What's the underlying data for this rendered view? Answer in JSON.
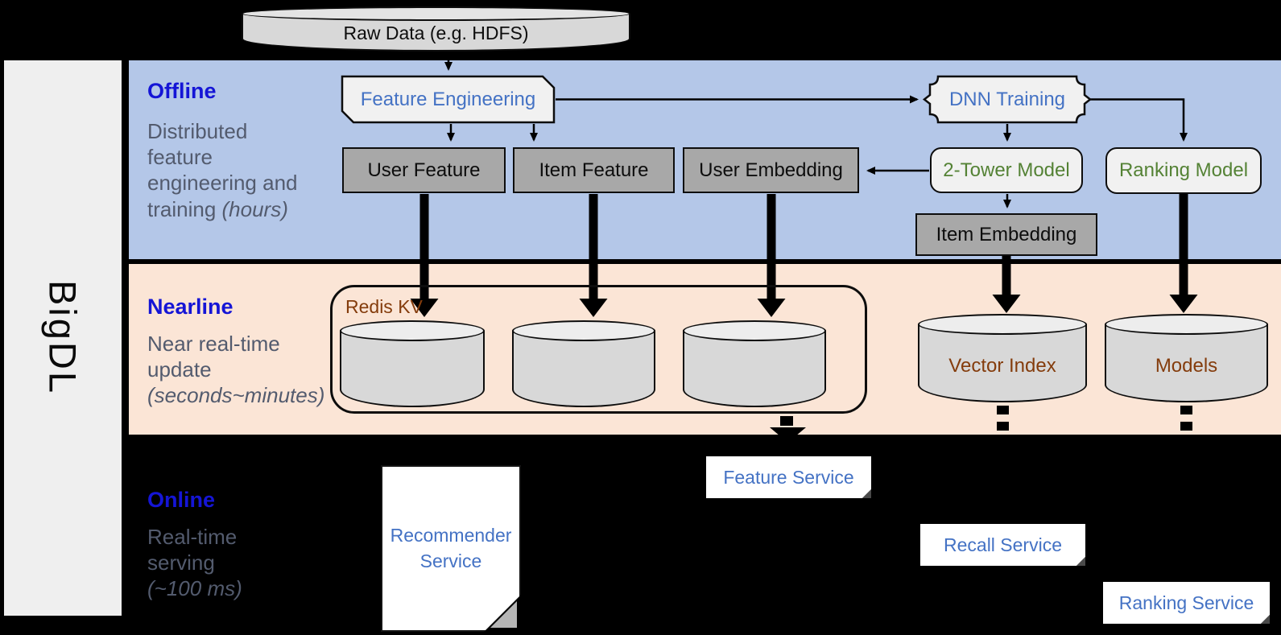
{
  "sidebar": {
    "brand": "BigDL"
  },
  "raw_data": {
    "label": "Raw Data (e.g. HDFS)"
  },
  "bands": {
    "offline": {
      "title": "Offline",
      "desc": "Distributed feature engineering and training",
      "desc_italic": " (hours)"
    },
    "nearline": {
      "title": "Nearline",
      "desc": "Near real-time update",
      "desc_italic": " (seconds~minutes)"
    },
    "online": {
      "title": "Online",
      "desc": "Real-time serving",
      "desc_italic": " (~100 ms)"
    }
  },
  "offline": {
    "feature_engineering": "Feature Engineering",
    "dnn_training": "DNN Training",
    "user_feature": "User Feature",
    "item_feature": "Item Feature",
    "user_embedding": "User Embedding",
    "two_tower_model": "2-Tower Model",
    "ranking_model": "Ranking Model",
    "item_embedding": "Item Embedding"
  },
  "nearline": {
    "redis_kv": "Redis KV",
    "vector_index": "Vector Index",
    "models": "Models"
  },
  "online": {
    "recommender_service": "Recommender Service",
    "feature_service": "Feature Service",
    "recall_service": "Recall Service",
    "ranking_service": "Ranking Service"
  },
  "colors": {
    "offline_band": "#b4c7e8",
    "nearline_band": "#fbe5d6",
    "online_band": "#000000",
    "band_title_blue": "#1515d6",
    "node_blue_text": "#4472c4",
    "model_green_text": "#548235",
    "store_brown_text": "#843c0c",
    "gray_box": "#a8a8a8",
    "light_shape": "#f1f1f1",
    "cylinder_body": "#d8d8d8"
  }
}
